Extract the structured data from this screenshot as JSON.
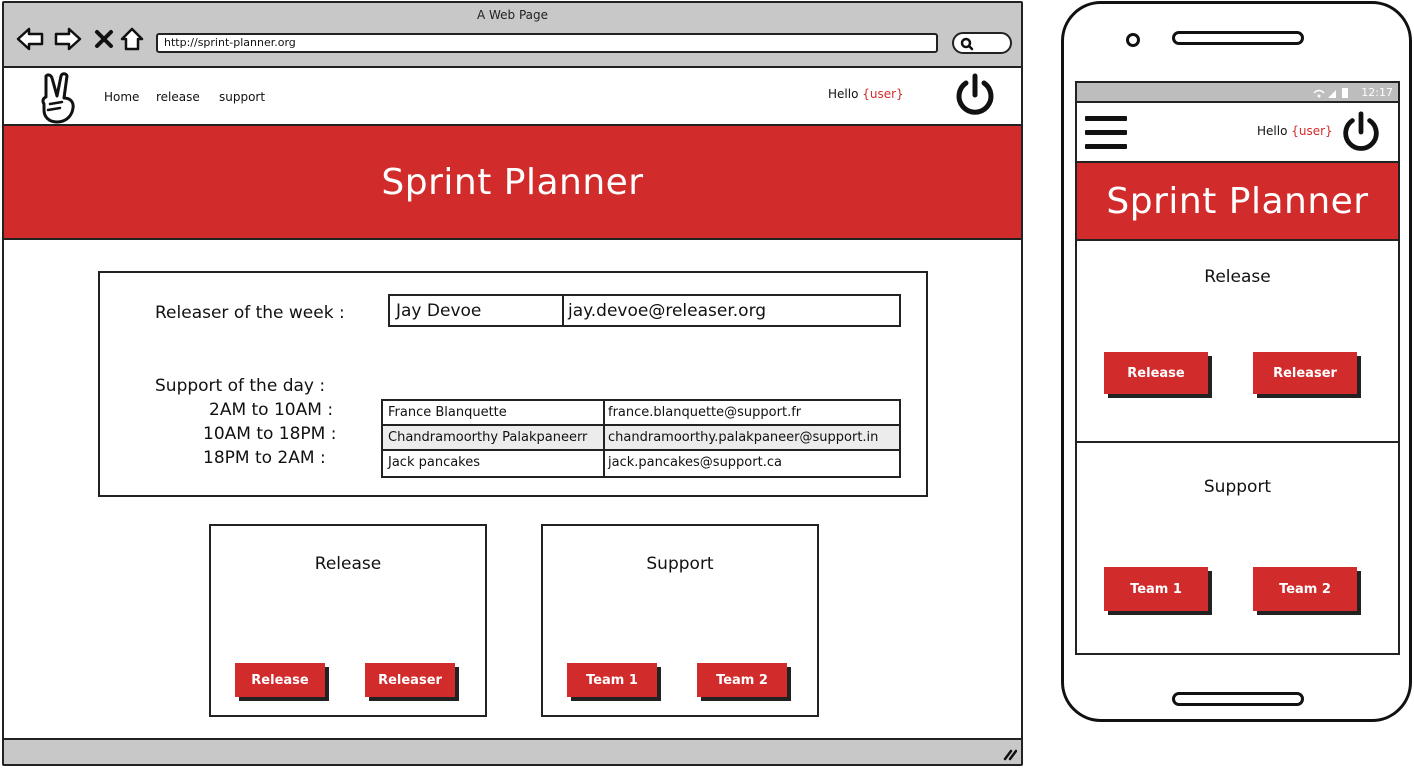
{
  "browser": {
    "window_title": "A Web Page",
    "url": "http://sprint-planner.org"
  },
  "nav": {
    "links": [
      "Home",
      "release",
      "support"
    ],
    "hello_label": "Hello",
    "user_placeholder": "{user}"
  },
  "hero": {
    "title": "Sprint Planner"
  },
  "info": {
    "releaser_label": "Releaser of the week :",
    "releaser": {
      "name": "Jay Devoe",
      "email": "jay.devoe@releaser.org"
    },
    "support_label": "Support of the day :",
    "shifts": [
      {
        "time": "2AM to 10AM :",
        "name": "France Blanquette",
        "email": "france.blanquette@support.fr"
      },
      {
        "time": "10AM to 18PM :",
        "name": "Chandramoorthy Palakpaneerr",
        "email": "chandramoorthy.palakpaneer@support.in"
      },
      {
        "time": "18PM to  2AM :",
        "name": "Jack pancakes",
        "email": "jack.pancakes@support.ca"
      }
    ]
  },
  "release_card": {
    "title": "Release",
    "buttons": [
      "Release",
      "Releaser"
    ]
  },
  "support_card": {
    "title": "Support",
    "buttons": [
      "Team 1",
      "Team 2"
    ]
  },
  "mobile": {
    "time": "12:17",
    "hello_label": "Hello",
    "user_placeholder": "{user}",
    "title": "Sprint Planner",
    "release_card": {
      "title": "Release",
      "buttons": [
        "Release",
        "Releaser"
      ]
    },
    "support_card": {
      "title": "Support",
      "buttons": [
        "Team 1",
        "Team 2"
      ]
    }
  },
  "colors": {
    "accent": "#d22b2b",
    "chrome": "#c8c8c8",
    "ink": "#222222"
  }
}
